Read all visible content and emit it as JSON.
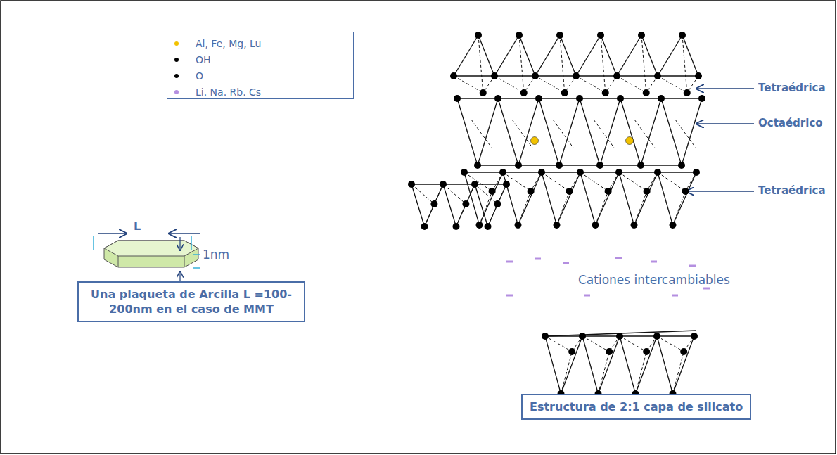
{
  "diagram": {
    "nodes": [
      {
        "text": [
          "Una plaqueta de Arcilla L =100-200nm en el caso de MMT"
        ]
      },
      {
        "text": [
          "Estructura de 2:1 capa de silicato"
        ]
      }
    ],
    "edges": [],
    "labels": [
      "Tetraédrica",
      "Octaédrico",
      "Tetraédrica",
      "Cationes intercambiables",
      "L",
      "1nm"
    ],
    "legend": [
      {
        "text": "Al, Fe, Mg, Lu",
        "color": "#f2c200"
      },
      {
        "text": "OH",
        "color": "#000000"
      },
      {
        "text": "O",
        "color": "#000000"
      },
      {
        "text": "Li. Na. Rb. Cs",
        "color": "#b48fe0"
      }
    ]
  }
}
